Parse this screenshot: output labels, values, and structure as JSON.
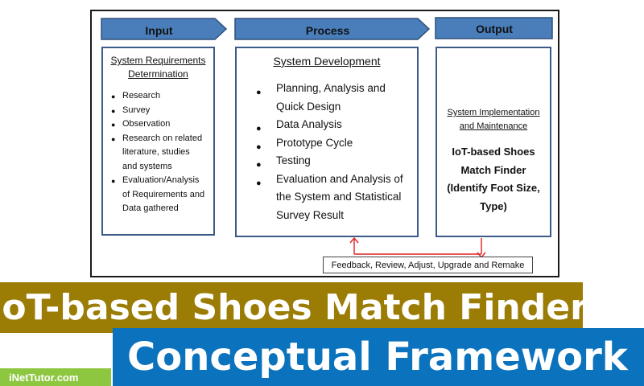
{
  "diagram": {
    "headers": {
      "input": "Input",
      "process": "Process",
      "output": "Output"
    },
    "input_box": {
      "title_line1": "System Requirements",
      "title_line2": "Determination",
      "items": [
        "Research",
        "Survey",
        "Observation",
        "Research on related",
        "literature, studies",
        "and systems",
        "Evaluation/Analysis",
        "of Requirements and",
        "Data gathered"
      ]
    },
    "process_box": {
      "title": "System Development",
      "items": [
        "Planning, Analysis and",
        "Quick Design",
        "Data Analysis",
        "Prototype Cycle",
        "Testing",
        "Evaluation and Analysis of",
        "the System and Statistical",
        "Survey Result"
      ]
    },
    "output_box": {
      "title_line1": "System Implementation",
      "title_line2": "and Maintenance",
      "result_line1": "IoT-based Shoes",
      "result_line2": "Match Finder",
      "result_line3": "(Identify Foot Size,",
      "result_line4": "Type)"
    },
    "feedback": "Feedback, Review, Adjust, Upgrade and Remake",
    "colors": {
      "header_arrow": "#4a7ebb",
      "box_border": "#3a5a87",
      "feedback_arrow": "#e02020",
      "banner_gold": "#9b7c05",
      "banner_blue": "#0b72bd",
      "brand_green": "#8dc63f"
    }
  },
  "banner": {
    "title": "IoT-based Shoes Match Finder",
    "subtitle": "Conceptual Framework"
  },
  "brand": "iNetTutor.com"
}
